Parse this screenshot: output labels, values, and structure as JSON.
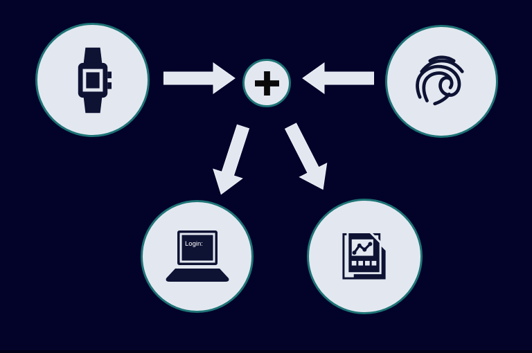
{
  "diagram": {
    "title": "two-factor-authentication-flow",
    "background": "#03032a",
    "palette": {
      "circle_fill": "#e3e8f0",
      "circle_border": "#1e7476",
      "icon_color": "#0e1233",
      "plus_color": "#0a0a0a",
      "arrow_fill": "#e3e8f0",
      "arrow_edge": "#eef1f8",
      "screen_text_color": "#ffffff"
    },
    "nodes": {
      "smartwatch": {
        "icon": "smartwatch-icon"
      },
      "fingerprint": {
        "icon": "fingerprint-icon"
      },
      "combine": {
        "icon": "plus-icon",
        "symbol": "+"
      },
      "laptop_login": {
        "icon": "laptop-icon",
        "screen_text": "Login:"
      },
      "report": {
        "icon": "report-chart-icon"
      }
    },
    "connections": [
      {
        "from": "smartwatch",
        "to": "combine",
        "direction": "right"
      },
      {
        "from": "fingerprint",
        "to": "combine",
        "direction": "left"
      },
      {
        "from": "combine",
        "to": "laptop_login",
        "direction": "down-left"
      },
      {
        "from": "combine",
        "to": "report",
        "direction": "down-right"
      }
    ]
  }
}
